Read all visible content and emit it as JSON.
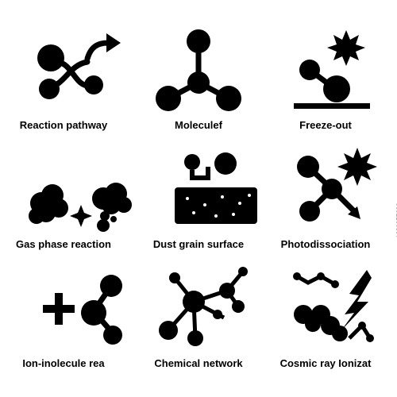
{
  "icons": [
    {
      "label": "Reaction pathway",
      "icon": "reaction-pathway-icon"
    },
    {
      "label": "Moleculef",
      "icon": "molecule-icon"
    },
    {
      "label": "Freeze-out",
      "icon": "freeze-out-icon"
    },
    {
      "label": "Gas phase reaction",
      "icon": "gas-phase-reaction-icon"
    },
    {
      "label": "Dust grain surface",
      "icon": "dust-grain-surface-icon"
    },
    {
      "label": "Photodissociation",
      "icon": "photodissociation-icon"
    },
    {
      "label": "Ion-inolecule rea",
      "icon": "ion-molecule-reaction-icon"
    },
    {
      "label": "Chemical network",
      "icon": "chemical-network-icon"
    },
    {
      "label": "Cosmic ray Ionizat",
      "icon": "cosmic-ray-ionization-icon"
    }
  ],
  "stock_id": "1630057636",
  "colors": {
    "icon": "#000000",
    "background": "#ffffff"
  }
}
